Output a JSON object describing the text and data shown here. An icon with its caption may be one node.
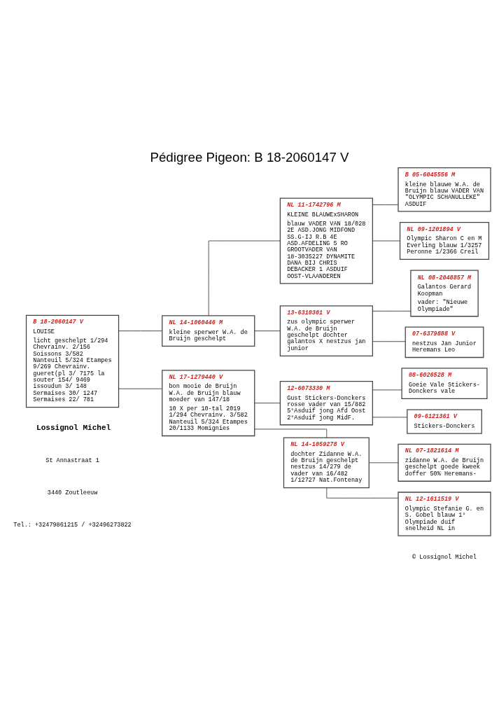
{
  "diagram": {
    "title": "Pédigree Pigeon: B 18-2060147 V",
    "nodes": [
      {
        "text": [
          "B 18-2060147 V",
          "LOUISE",
          "licht geschelpt 1/294 Chevrainv. 2/156 Soissons 3/582 Nanteuil 5/324 Etampes 9/269 Chevrainv. gueret(pl 3/ 7175 la souter 154/ 9469 issoudun 3/ 148 Sermaises 30/ 1247 Sermaises 22/ 781"
        ]
      },
      {
        "text": [
          "NL 14-1060446 M",
          "kleine sperwer W.A. de Bruijn geschelpt"
        ]
      },
      {
        "text": [
          "NL 17-1279440 V",
          "bon mooie de Bruijn W.A. de Bruijn blauw moeder van 147/18",
          "10 X per 10-tal 2019 1/294 Chevrainv. 3/582 Nanteuil 5/324 Etampes 20/1133 Momignies"
        ]
      },
      {
        "text": [
          "NL 11-1742796 M",
          "KLEINE BLAUWExSHARON",
          "blauw VADER VAN 18/028 2E ASD.JONG MIDFOND SS.G-IJ R.B 4E ASD.AFDELING 5 RO GROOTVADER VAN 18-3035227 DYNAMITE DANA BIJ CHRIS DEBACKER 1 ASDUIF OOST-VLAANDEREN"
        ]
      },
      {
        "text": [
          "13-6310301 V",
          "zus olympic sperwer W.A. de Bruijn geschelpt dochter galantos X nestzus jan junior"
        ]
      },
      {
        "text": [
          "12-6073330 M",
          "Gust Stickers-Donckers rosse vader van 15/882 5°Asduif jong Afd Oost 2°Asduif jong MidF."
        ]
      },
      {
        "text": [
          "NL 14-1059278 V",
          "dochter Zidanne W.A. de Bruijn geschelpt nestzus 14/279 de vader van 16/482 1/12727 Nat.Fontenay"
        ]
      },
      {
        "text": [
          "B 05-6045556 M",
          "kleine blauwe W.A. de Bruijn blauw VADER VAN \"OLYMPIC SCHANULLEKE\" ASDUIF"
        ]
      },
      {
        "text": [
          "NL 09-1201894 V",
          "Olympic Sharon C en M Everling blauw 1/3257 Peronne 1/2366 Creil"
        ]
      },
      {
        "text": [
          "NL 08-2048857 M",
          "Galantos Gerard Koopman",
          "vader: \"Nieuwe Olympiade\""
        ]
      },
      {
        "text": [
          "07-6379888 V",
          "nestzus Jan Junior Heremans Leo"
        ]
      },
      {
        "text": [
          "08-6026528 M",
          "Goeie Vale Stickers-Donckers vale"
        ]
      },
      {
        "text": [
          "09-6121361 V",
          "Stickers-Donckers"
        ]
      },
      {
        "text": [
          "NL 07-1821614 M",
          "zidanne W.A. de Bruijn geschelpt goede kweek doffer 50% Heremans-"
        ]
      },
      {
        "text": [
          "NL 12-1611519 V",
          "Olympic Stefanie G. en S. Gobel blauw 1° Olympiade duif snelheid NL in"
        ]
      }
    ],
    "edges": [
      {
        "from": 0,
        "to": 1,
        "arrow": "none"
      },
      {
        "from": 0,
        "to": 2,
        "arrow": "none"
      },
      {
        "from": 1,
        "to": 3,
        "arrow": "none"
      },
      {
        "from": 1,
        "to": 4,
        "arrow": "none"
      },
      {
        "from": 2,
        "to": 5,
        "arrow": "none"
      },
      {
        "from": 2,
        "to": 6,
        "arrow": "none"
      },
      {
        "from": 3,
        "to": 7,
        "arrow": "none"
      },
      {
        "from": 3,
        "to": 8,
        "arrow": "none"
      },
      {
        "from": 4,
        "to": 9,
        "arrow": "none"
      },
      {
        "from": 4,
        "to": 10,
        "arrow": "none"
      },
      {
        "from": 5,
        "to": 11,
        "arrow": "none"
      },
      {
        "from": 5,
        "to": 12,
        "arrow": "none"
      },
      {
        "from": 6,
        "to": 13,
        "arrow": "none"
      },
      {
        "from": 6,
        "to": 14,
        "arrow": "none"
      }
    ],
    "labels": [
      "Lossignol Michel",
      "St Annastraat 1",
      "3440 Zoutleeuw",
      "Tel.: +32479861215 / +32496273822",
      "© Lossignol Michel"
    ]
  }
}
